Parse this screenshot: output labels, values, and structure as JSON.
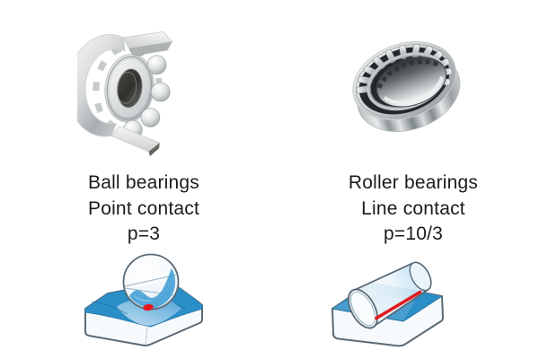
{
  "left_column": {
    "photo_icon": "ball-bearing-cutaway-photo",
    "caption": [
      "Ball bearings",
      "Point contact",
      "p=3"
    ],
    "diagram_icon": "sphere-in-grooved-raceway-point-contact"
  },
  "right_column": {
    "photo_icon": "cylindrical-roller-bearing-photo",
    "caption": [
      "Roller bearings",
      "Line contact",
      "p=10/3"
    ],
    "diagram_icon": "cylinder-on-flat-raceway-line-contact"
  },
  "colors": {
    "text": "#1b1b1b",
    "diagram_blue": "#2a8fc7",
    "diagram_blue_edge": "#27709e",
    "diagram_valley_light": "#cfe6f6",
    "contact_red": "#e3181f",
    "outline_gray": "#5a6a76",
    "metal_light": "#f2f3f3",
    "metal_mid": "#b4babc",
    "metal_dark": "#55585a",
    "background": "#ffffff"
  }
}
